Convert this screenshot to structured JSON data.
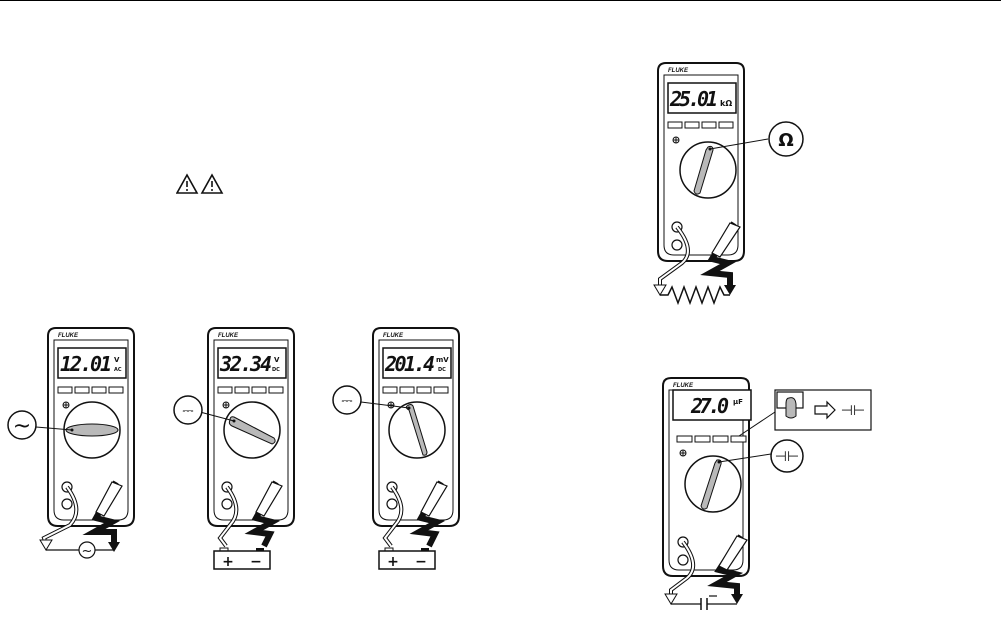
{
  "brand": "FLUKE",
  "meters": [
    {
      "id": "ac-volts",
      "reading": "12.01",
      "unit_top": "V",
      "unit_bottom": "AC",
      "callout": "~",
      "load": "~"
    },
    {
      "id": "dc-volts",
      "reading": "32.34",
      "unit_top": "V",
      "unit_bottom": "DC",
      "callout": "⎓",
      "load_left": "+",
      "load_right": "−"
    },
    {
      "id": "dc-millivolts",
      "reading": "201.4",
      "unit_top": "mV",
      "unit_bottom": "DC",
      "callout": "⎓",
      "load_left": "+",
      "load_right": "−"
    },
    {
      "id": "resistance",
      "reading": "25.01",
      "unit": "kΩ",
      "callout": "Ω"
    },
    {
      "id": "capacitance",
      "reading": "27.0",
      "unit": "µF",
      "callout": "⊣⊢",
      "inset_symbol": "⊣⊢"
    }
  ],
  "icons": {
    "warning": "warning-triangle-icon"
  },
  "colors": {
    "ink": "#111111",
    "lead_gray": "#b9b9b9"
  }
}
